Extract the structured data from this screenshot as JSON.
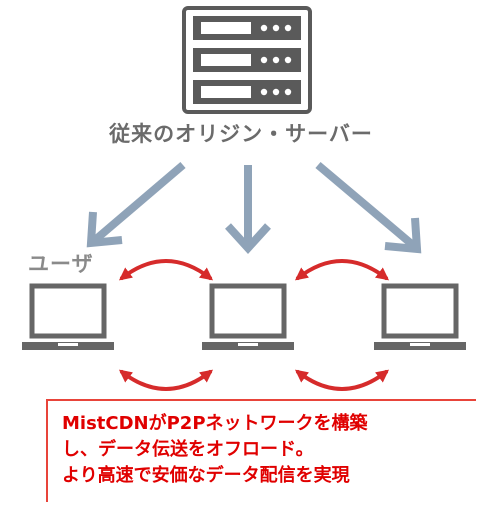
{
  "server": {
    "label": "従来のオリジン・サーバー",
    "icon": "server-rack-icon",
    "color": "#555555"
  },
  "users": {
    "label": "ユーザ",
    "icon": "laptop-icon",
    "count": 3,
    "color": "#666666"
  },
  "arrows": {
    "download_color": "#8fa3b8",
    "p2p_color": "#d62b2b"
  },
  "callout": {
    "lines": [
      "MistCDNがP2Pネットワークを構築",
      "し、データ伝送をオフロード。",
      "より高速で安価なデータ配信を実現"
    ],
    "text_color": "#e00000",
    "border_color": "#e8443a"
  }
}
